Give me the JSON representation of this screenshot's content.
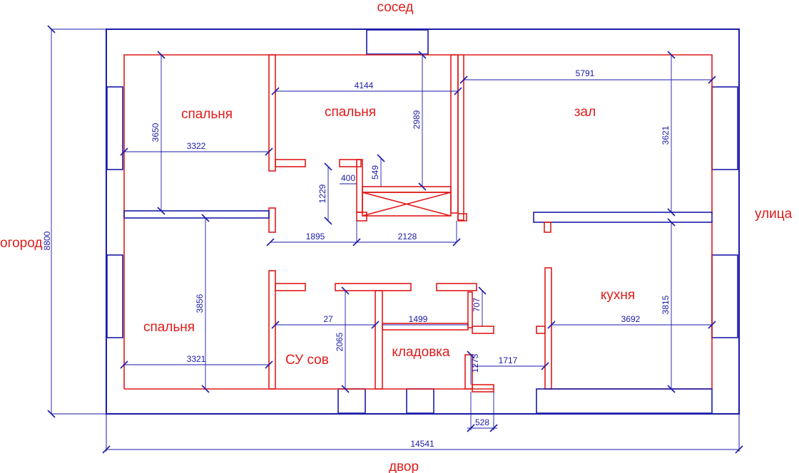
{
  "sides": {
    "top": "сосед",
    "bottom": "двор",
    "left": "огород",
    "right": "улица"
  },
  "rooms": [
    {
      "id": "bedroom-top-left",
      "label": "спальня"
    },
    {
      "id": "bedroom-top-middle",
      "label": "спальня"
    },
    {
      "id": "hall",
      "label": "зал"
    },
    {
      "id": "bedroom-bottom-left",
      "label": "спальня"
    },
    {
      "id": "bathroom",
      "label": "СУ сов"
    },
    {
      "id": "storage",
      "label": "кладовка"
    },
    {
      "id": "kitchen",
      "label": "кухня"
    }
  ],
  "dimensions": {
    "overall_width": "14541",
    "overall_height": "8800",
    "bedroom_tl_width": "3322",
    "bedroom_tl_height": "3650",
    "bedroom_tm_width": "4144",
    "bedroom_tm_height": "2989",
    "hall_width": "5791",
    "hall_height": "3621",
    "corridor_left": "1895",
    "corridor_right": "2128",
    "niche_height": "1229",
    "niche_width": "400",
    "niche_small": "549",
    "bedroom_bl_height": "3856",
    "bedroom_bl_width": "3321",
    "bath_width": "27",
    "bath_height": "2065",
    "storage_width": "1499",
    "small_vertical": "707",
    "storage_depth": "1273",
    "entry_width": "1717",
    "door_width": "528",
    "kitchen_width": "3692",
    "kitchen_height": "3815"
  }
}
